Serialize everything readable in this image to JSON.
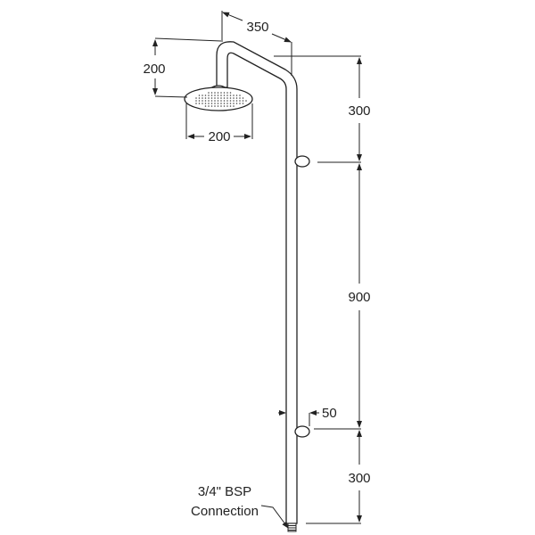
{
  "dimensions": {
    "arm_reach": "350",
    "arm_height": "200",
    "head_diameter": "200",
    "top_to_upper_outlet": "300",
    "between_outlets": "900",
    "lower_outlet_to_base": "300",
    "outlet_offset": "50"
  },
  "labels": {
    "connection_line1": "3/4\" BSP",
    "connection_line2": "Connection"
  }
}
